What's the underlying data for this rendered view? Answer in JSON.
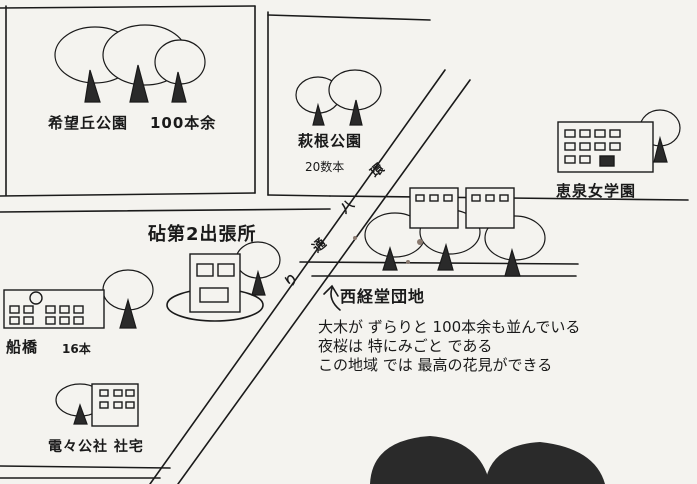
{
  "places": {
    "kibougaoka_park": "希望丘公園",
    "kibougaoka_count": "100本余",
    "hagine_park": "萩根公園",
    "hagine_count": "20数本",
    "keisen_school": "恵泉女学園",
    "branch_office": "砧第2出張所",
    "funabashi_school": "船橋",
    "funabashi_count": "16本",
    "denden_housing": "電々公社 社宅",
    "danchi": "西経堂団地"
  },
  "road": {
    "name_chars": [
      "環",
      "八",
      "通",
      "り"
    ]
  },
  "note": {
    "line1": "大木が ずらりと 100本余も並んでいる",
    "line2": "夜桜は 特にみごと である",
    "line3": "この地域 では 最高の花見ができる"
  },
  "colors": {
    "ink": "#1a1a1a",
    "paper": "#f4f3ef",
    "tree_dark": "#2a2a2a"
  }
}
